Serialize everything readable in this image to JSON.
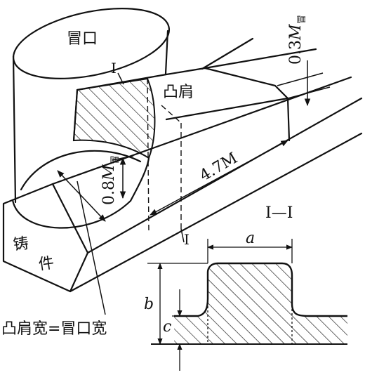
{
  "labels": {
    "riser": "冒口",
    "pad": "凸肩",
    "casting": "铸件",
    "equality": "凸肩宽=冒口宽",
    "section_mark": "I",
    "section_title": "I—I",
    "dim_width": "a",
    "dim_height": "b",
    "dim_base": "c"
  },
  "dimensions": {
    "top_offset": {
      "coef": "0.3",
      "symbol": "M",
      "subscript": "冒"
    },
    "pad_height": {
      "coef": "0.8",
      "symbol": "M",
      "subscript": "冒"
    },
    "pad_length": "4.7M"
  }
}
